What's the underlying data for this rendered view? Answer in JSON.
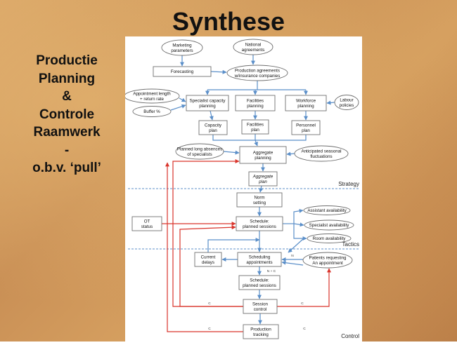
{
  "title": "Synthese",
  "side_lines": [
    "Productie",
    "Planning",
    "&",
    "Controle",
    "Raamwerk",
    "-",
    "o.b.v. ‘pull’"
  ],
  "colors": {
    "blue": "#5b8fc9",
    "red": "#d9342b",
    "dash": "#5b8fc9",
    "box_border": "#6f6f6f"
  },
  "diagram": {
    "sections": [
      "Strategy",
      "Tactics",
      "Control"
    ],
    "nodes": {
      "marketing": [
        "Marketing",
        "parameters"
      ],
      "national": [
        "National",
        "agreements"
      ],
      "forecasting": [
        "Forecasting"
      ],
      "prod_agreements": [
        "Production agreements",
        "w/insurance companies"
      ],
      "appointment": [
        "Appointment length",
        "+ return rate"
      ],
      "buffer": [
        "Buffer %"
      ],
      "specialist_cap": [
        "Specialist capacity",
        "planning"
      ],
      "facilities_planning": [
        "Facilities",
        "planning"
      ],
      "workforce": [
        "Workforce",
        "planning"
      ],
      "labour": [
        "Labour",
        "policies"
      ],
      "capacity_plan": [
        "Capacity",
        "plan"
      ],
      "facilities_plan": [
        "Facilities",
        "plan"
      ],
      "personnel_plan": [
        "Personnel",
        "plan"
      ],
      "absences": [
        "Planned long absences",
        "of specialists"
      ],
      "aggregate_planning": [
        "Aggregate",
        "planning"
      ],
      "seasonal": [
        "Anticipated seasonal",
        "fluctuations"
      ],
      "aggregate_plan": [
        "Aggregate",
        "plan"
      ],
      "norm": [
        "Norm",
        "setting"
      ],
      "ot": [
        "OT",
        "status"
      ],
      "schedule1": [
        "Schedule:",
        "planned sessions"
      ],
      "assistant": [
        "Assistant availability"
      ],
      "specialist_avail": [
        "Specialist availability"
      ],
      "room": [
        "Room availability"
      ],
      "delays": [
        "Current",
        "delays"
      ],
      "scheduling": [
        "Scheduling",
        "appointments"
      ],
      "patients": [
        "Patients requesting",
        "An appointment"
      ],
      "schedule2": [
        "Schedule:",
        "planned sessions"
      ],
      "session_control": [
        "Session",
        "control"
      ],
      "production_tracking": [
        "Production",
        "tracking"
      ]
    },
    "edge_labels": {
      "n": "N",
      "nc": "N + C",
      "c1": "C",
      "c2": "C",
      "c3": "C",
      "c4": "C"
    }
  }
}
